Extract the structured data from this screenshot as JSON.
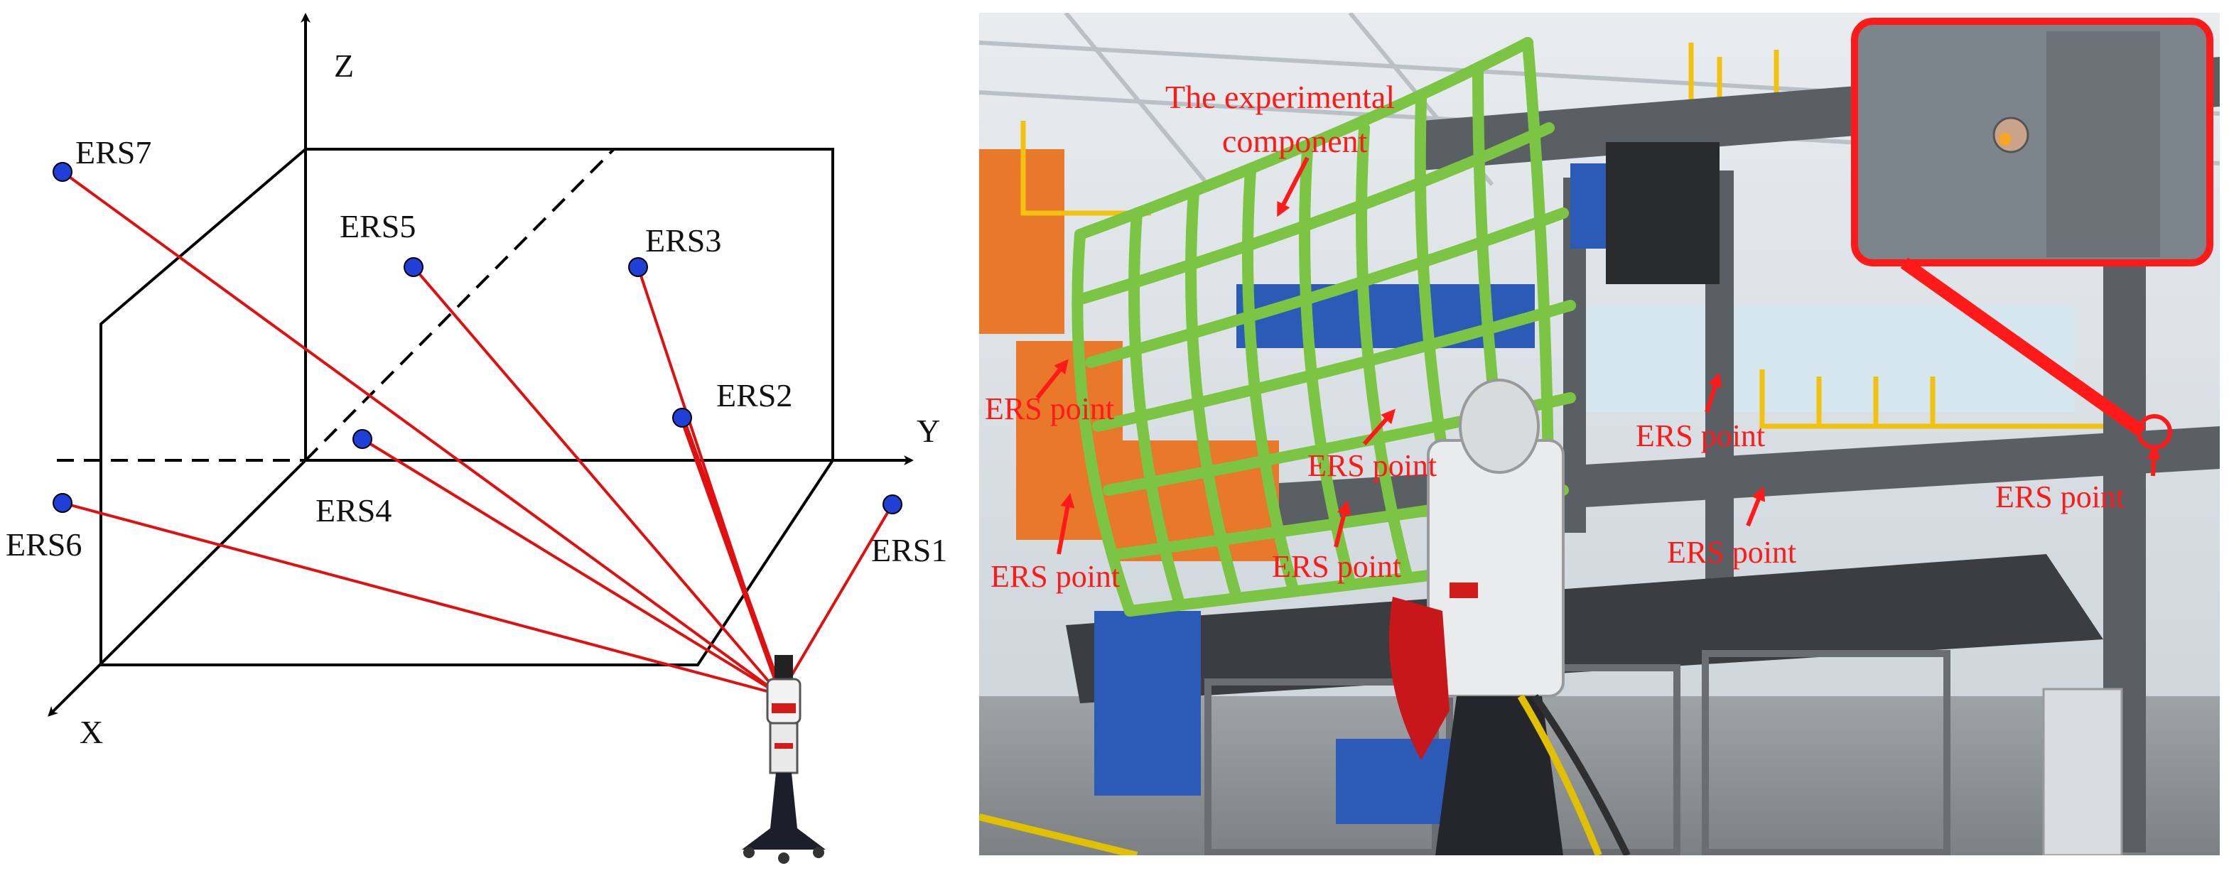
{
  "diagram": {
    "axes": {
      "x": "X",
      "y": "Y",
      "z": "Z"
    },
    "points": [
      {
        "id": "ers1",
        "label": "ERS1"
      },
      {
        "id": "ers2",
        "label": "ERS2"
      },
      {
        "id": "ers3",
        "label": "ERS3"
      },
      {
        "id": "ers4",
        "label": "ERS4"
      },
      {
        "id": "ers5",
        "label": "ERS5"
      },
      {
        "id": "ers6",
        "label": "ERS6"
      },
      {
        "id": "ers7",
        "label": "ERS7"
      }
    ],
    "colors": {
      "point_fill": "#1f3fd6",
      "ray": "#e01010",
      "frame": "#000000"
    }
  },
  "photo": {
    "component_label_line1": "The experimental",
    "component_label_line2": "component",
    "ers_point_label": "ERS point",
    "colors": {
      "annotation": "#ff1a1a",
      "frame_green": "#7cc443",
      "beam": "#5a5f63"
    }
  }
}
